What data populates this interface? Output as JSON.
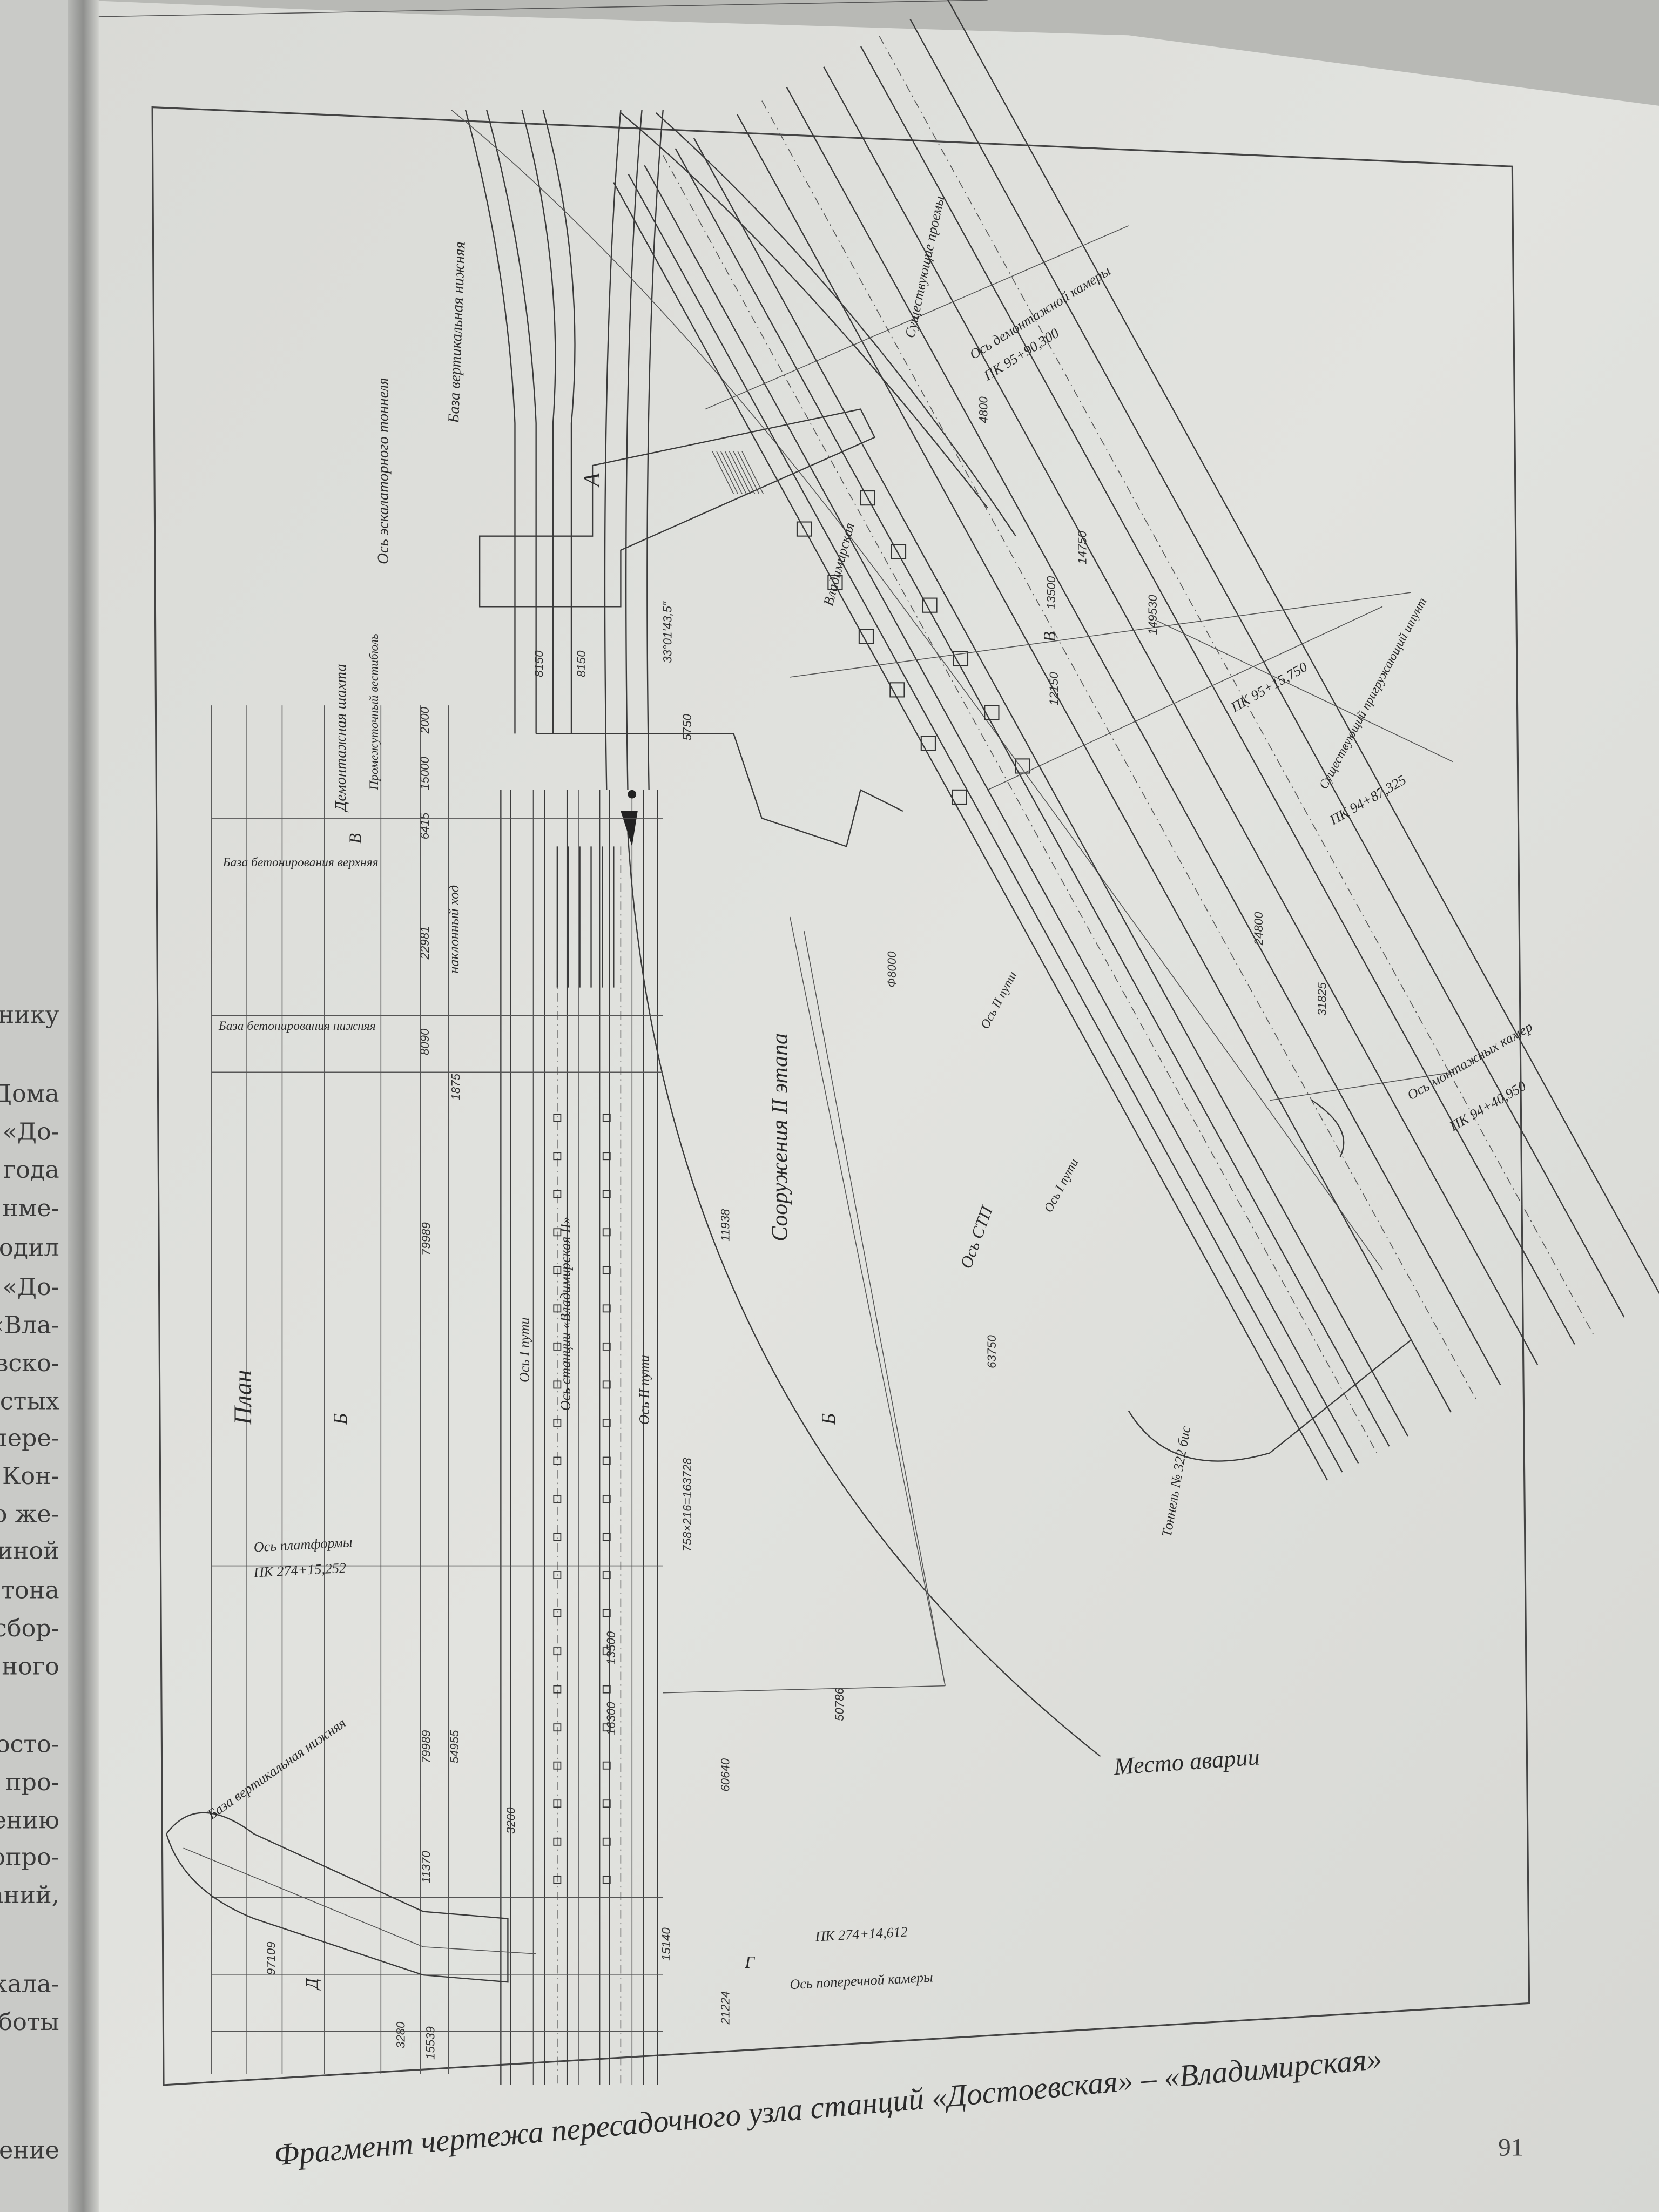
{
  "left_page": {
    "lines": [
      "льнику",
      "Дома",
      "«До-",
      "года",
      "нме-",
      "одил",
      "«До-",
      "«Вла-",
      "вско-",
      "стых",
      "пере-",
      "Кон-",
      "о же-",
      "иной",
      "тона",
      "сбор-",
      "ного",
      "осто-",
      "про-",
      "ению",
      "опро-",
      "аний,",
      "кала-",
      "боты",
      "ение"
    ]
  },
  "page": {
    "caption": "Фрагмент чертежа пересадочного узла станций «Достоевская» – «Владимирская»",
    "page_number": "91"
  },
  "drawing": {
    "title": "План",
    "accident_label": "Место аварии",
    "stage2": "Сооружения II этапа",
    "labels": {
      "stp_axis": "Ось СТП",
      "escalator_axis": "Ось эскалаторного тоннеля",
      "vertical_base_lower": "База вертикальная нижняя",
      "vertical_base_lower_2": "База вертикальная нижняя",
      "dismantling_shaft": "Демонтажная шахта",
      "intermediate_vestibule": "Промежуточный вестибюль",
      "dismantling_chamber_axis": "Ось демонтажной камеры",
      "dismantling_chamber_pk": "ПК 95+90,300",
      "existing_openings": "Существующие проемы",
      "station_axis": "Ось станции «Владимирская II»",
      "track1_axis": "Ось I пути",
      "track2_axis": "Ось II пути",
      "platform_axis": "Ось платформы",
      "platform_pk": "ПК 274+15,252",
      "cross_chamber_axis": "Ось поперечной камеры",
      "cross_chamber_pk": "ПК 274+14,612",
      "concrete_base_upper": "База бетонирования верхняя",
      "concrete_base_lower": "База бетонирования нижняя",
      "inclined_passage": "наклонный ход",
      "mounting_chambers_axis": "Ось монтажных камер",
      "mounting_chambers_pk": "ПК 94+40,950",
      "existing_sheet_piling": "Существующий пригружающий шпунт",
      "pk_95_15": "ПК 95+15,750",
      "pk_94_87": "ПК 94+87,325",
      "vladimirskaya": "Владимирская",
      "tunnel_322": "Тоннель № 322 бис",
      "track2_b": "Ось II пути",
      "track1_b": "Ось I пути",
      "section_a": "А",
      "section_b1": "Б",
      "section_b2": "Б",
      "section_v1": "В",
      "section_v2": "В",
      "section_g": "Г",
      "section_d": "Д",
      "angle": "33°01'43,5\""
    },
    "dimensions": {
      "d79989a": "79989",
      "d79989b": "79989",
      "d54955": "54955",
      "d11938": "11938",
      "d60640": "60640",
      "d163728": "758×216=163728",
      "d50786": "50786",
      "d63750": "63750",
      "d14750": "14750",
      "d149530": "149530",
      "d22981": "22981",
      "d8090": "8090",
      "d1875": "1875",
      "d15000": "15000",
      "d6415": "6415",
      "d2000": "2000",
      "d8150a": "8150",
      "d8150b": "8150",
      "d5750": "5750",
      "d13500": "13500",
      "d16300": "16300",
      "d3200": "3200",
      "d3280": "3280",
      "d11370": "11370",
      "d15539": "15539",
      "d21224": "21224",
      "d15140": "15140",
      "d97109": "97109",
      "d8000": "Ф8000",
      "d4800": "4800",
      "d31825": "31825",
      "d24800": "24800",
      "d12150": "12150",
      "d13500b": "13500"
    }
  }
}
